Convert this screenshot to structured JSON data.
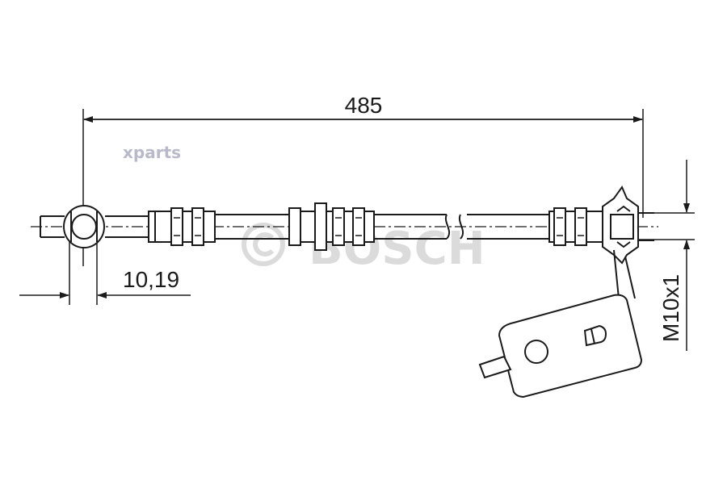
{
  "dimensions": {
    "overall_length": "485",
    "banjo_bore": "10,19",
    "thread": "M10x1"
  },
  "watermarks": {
    "brand": "BOSCH",
    "site": "xparts"
  },
  "icons": [
    "copyright-icon"
  ],
  "colors": {
    "line": "#1a1a1a",
    "watermark": "#c8c8c8",
    "site_watermark": "#b9b9c9"
  }
}
